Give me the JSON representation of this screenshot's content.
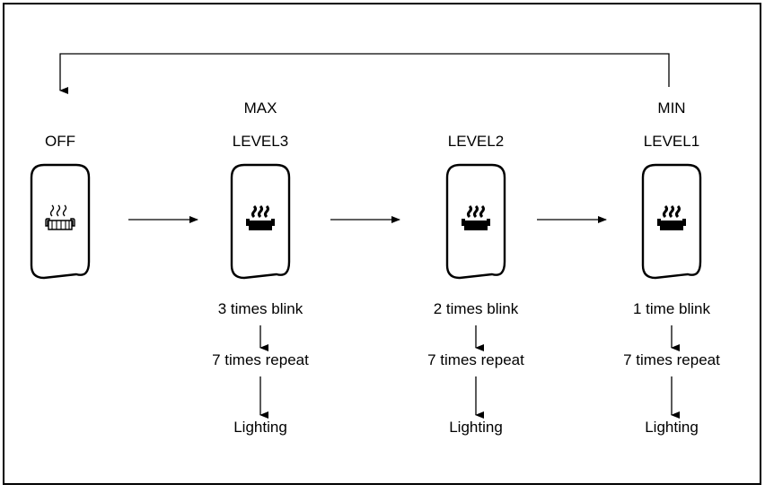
{
  "states": [
    {
      "id": "off",
      "labels": [
        "OFF"
      ],
      "steps": [],
      "icon": "seat-heater-outline-icon"
    },
    {
      "id": "level3",
      "labels": [
        "MAX",
        "LEVEL3"
      ],
      "steps": [
        "3 times blink",
        "7 times repeat",
        "Lighting"
      ],
      "icon": "seat-heater-filled-icon"
    },
    {
      "id": "level2",
      "labels": [
        "LEVEL2"
      ],
      "steps": [
        "2 times blink",
        "7 times repeat",
        "Lighting"
      ],
      "icon": "seat-heater-filled-icon"
    },
    {
      "id": "level1",
      "labels": [
        "MIN",
        "LEVEL1"
      ],
      "steps": [
        "1 time blink",
        "7 times repeat",
        "Lighting"
      ],
      "icon": "seat-heater-filled-icon"
    }
  ]
}
